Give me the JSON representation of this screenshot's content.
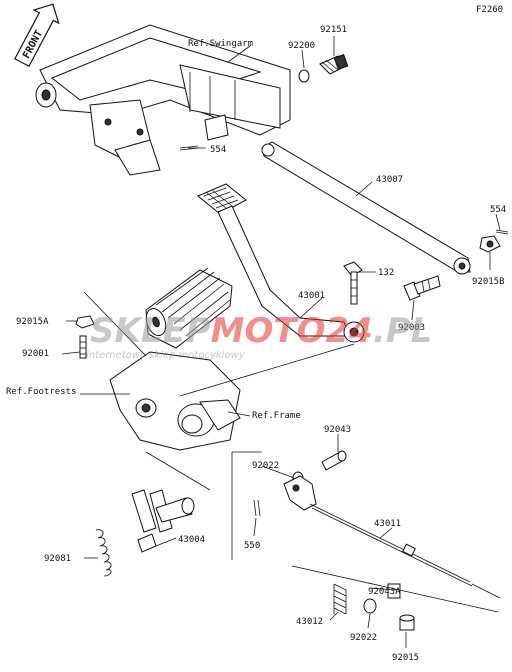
{
  "figure_code": "F2260",
  "front_label": "FRONT",
  "refs": {
    "swingarm": "Ref.Swingarm",
    "footrests": "Ref.Footrests",
    "frame": "Ref.Frame"
  },
  "parts": {
    "p92151": "92151",
    "p92200": "92200",
    "p554_top": "554",
    "p43007": "43007",
    "p554_right": "554",
    "p92015B": "92015B",
    "p132": "132",
    "p43001": "43001",
    "p92003": "92003",
    "p92015A": "92015A",
    "p92001": "92001",
    "p92043": "92043",
    "p92022_top": "92022",
    "p43011": "43011",
    "p43004": "43004",
    "p550": "550",
    "p92081": "92081",
    "p92043A": "92043A",
    "p43012": "43012",
    "p92022_bottom": "92022",
    "p92015": "92015"
  },
  "watermark": {
    "brand_a": "SKLEP",
    "brand_b": "MOTO24",
    "brand_c": ".PL",
    "tagline": "internetowy sklep motocyklowy"
  },
  "colors": {
    "line": "#111111",
    "watermark_red": "#e8322d",
    "watermark_gray": "#9a9a9a"
  }
}
